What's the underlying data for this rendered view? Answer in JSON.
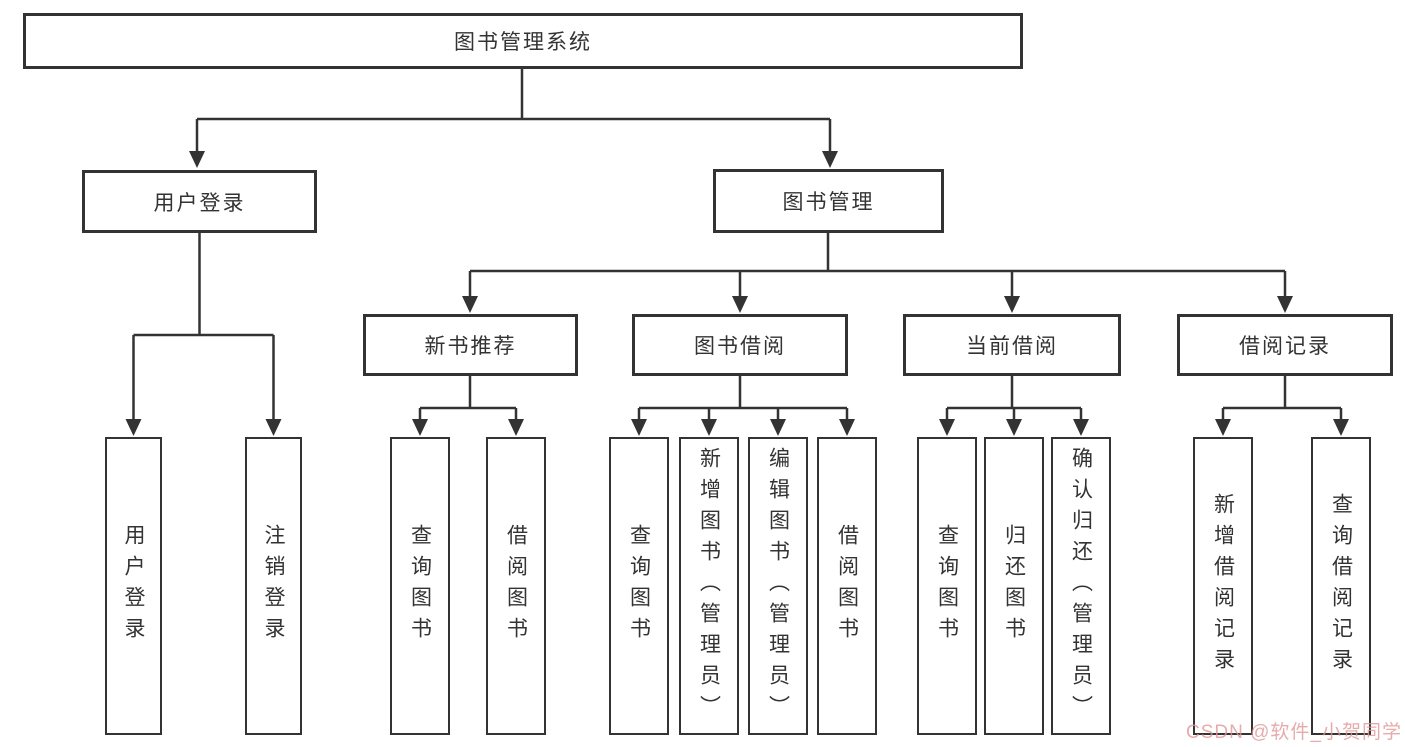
{
  "diagram": {
    "root": {
      "label": "图书管理系统"
    },
    "level2": [
      {
        "id": "user-login",
        "label": "用户登录"
      },
      {
        "id": "book-management",
        "label": "图书管理"
      }
    ],
    "level3": [
      {
        "id": "new-book-recommend",
        "label": "新书推荐"
      },
      {
        "id": "book-borrowing",
        "label": "图书借阅"
      },
      {
        "id": "current-borrowing",
        "label": "当前借阅"
      },
      {
        "id": "borrowing-records",
        "label": "借阅记录"
      }
    ],
    "leaves": [
      {
        "id": "user-login-action",
        "label": "用户登录"
      },
      {
        "id": "logout-action",
        "label": "注销登录"
      },
      {
        "id": "query-books-recommend",
        "label": "查询图书"
      },
      {
        "id": "borrow-books-recommend",
        "label": "借阅图书"
      },
      {
        "id": "query-books-borrowing",
        "label": "查询图书"
      },
      {
        "id": "add-book-admin",
        "label": "新增图书（管理员）"
      },
      {
        "id": "edit-book-admin",
        "label": "编辑图书（管理员）"
      },
      {
        "id": "borrow-books-borrowing",
        "label": "借阅图书"
      },
      {
        "id": "query-books-current",
        "label": "查询图书"
      },
      {
        "id": "return-book",
        "label": "归还图书"
      },
      {
        "id": "confirm-return-admin",
        "label": "确认归还（管理员）"
      },
      {
        "id": "add-borrow-record",
        "label": "新增借阅记录"
      },
      {
        "id": "query-borrow-record",
        "label": "查询借阅记录"
      }
    ],
    "watermark": "CSDN @软件_小贺同学",
    "colors": {
      "line": "#333333",
      "text": "#333333",
      "box_background": "#ffffff",
      "watermark": "#e19696"
    }
  }
}
